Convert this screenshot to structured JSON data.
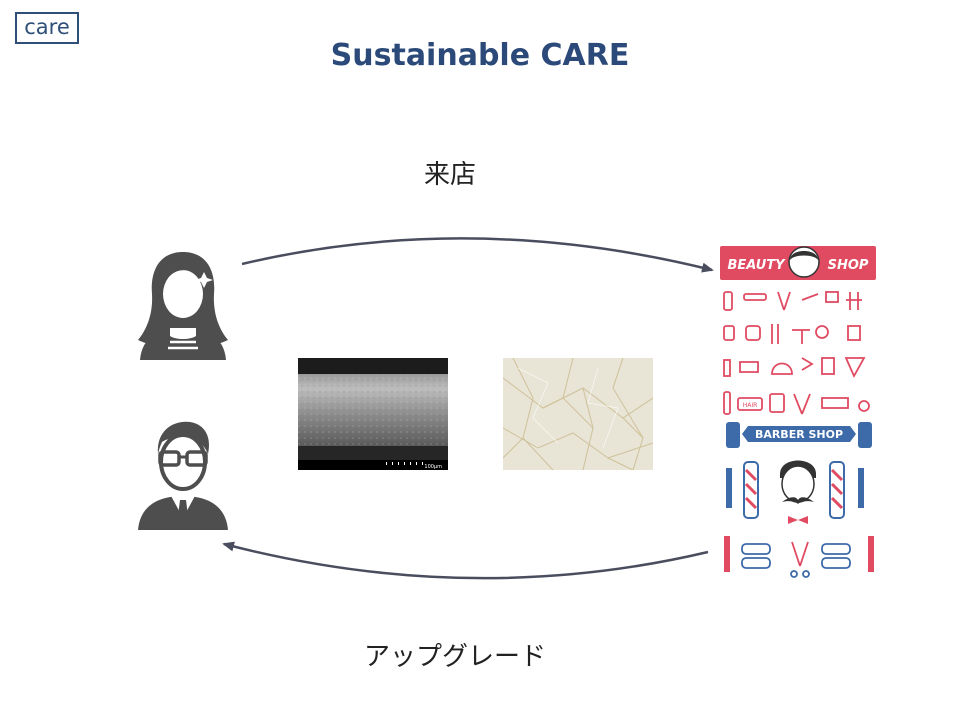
{
  "logo": {
    "text": "care"
  },
  "title": "Sustainable CARE",
  "flow": {
    "top_label": "来店",
    "bottom_label": "アップグレード"
  },
  "photos": {
    "sem_scale_text": "100μm"
  },
  "poster": {
    "beauty_banner": "BEAUTY SHOP",
    "barber_banner": "BARBER SHOP",
    "hair_tag": "HAIR"
  },
  "colors": {
    "brand_navy": "#2c4a79",
    "arrow": "#4a4d5e",
    "icon_gray": "#505050",
    "poster_red": "#e04b62",
    "poster_blue": "#3d6aa8"
  }
}
